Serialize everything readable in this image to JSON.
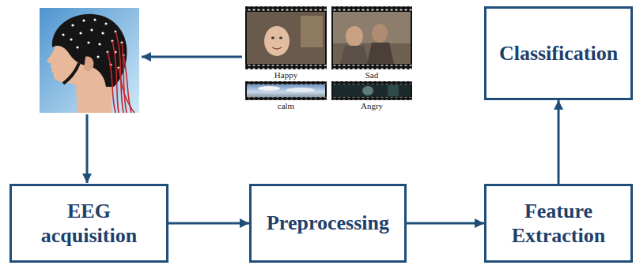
{
  "diagram": {
    "nodes": [
      {
        "text": [
          "Classification"
        ]
      },
      {
        "text": [
          "EEG acquisition"
        ]
      },
      {
        "text": [
          "Preprocessing"
        ]
      },
      {
        "text": [
          "Feature Extraction"
        ]
      }
    ],
    "edges": [
      {
        "from": 1,
        "to": 2,
        "arrow": "to"
      },
      {
        "from": 2,
        "to": 3,
        "arrow": "to"
      },
      {
        "from": 3,
        "to": 0,
        "arrow": "to"
      }
    ],
    "labels": [
      "Happy",
      "Sad",
      "calm",
      "Angry"
    ]
  }
}
